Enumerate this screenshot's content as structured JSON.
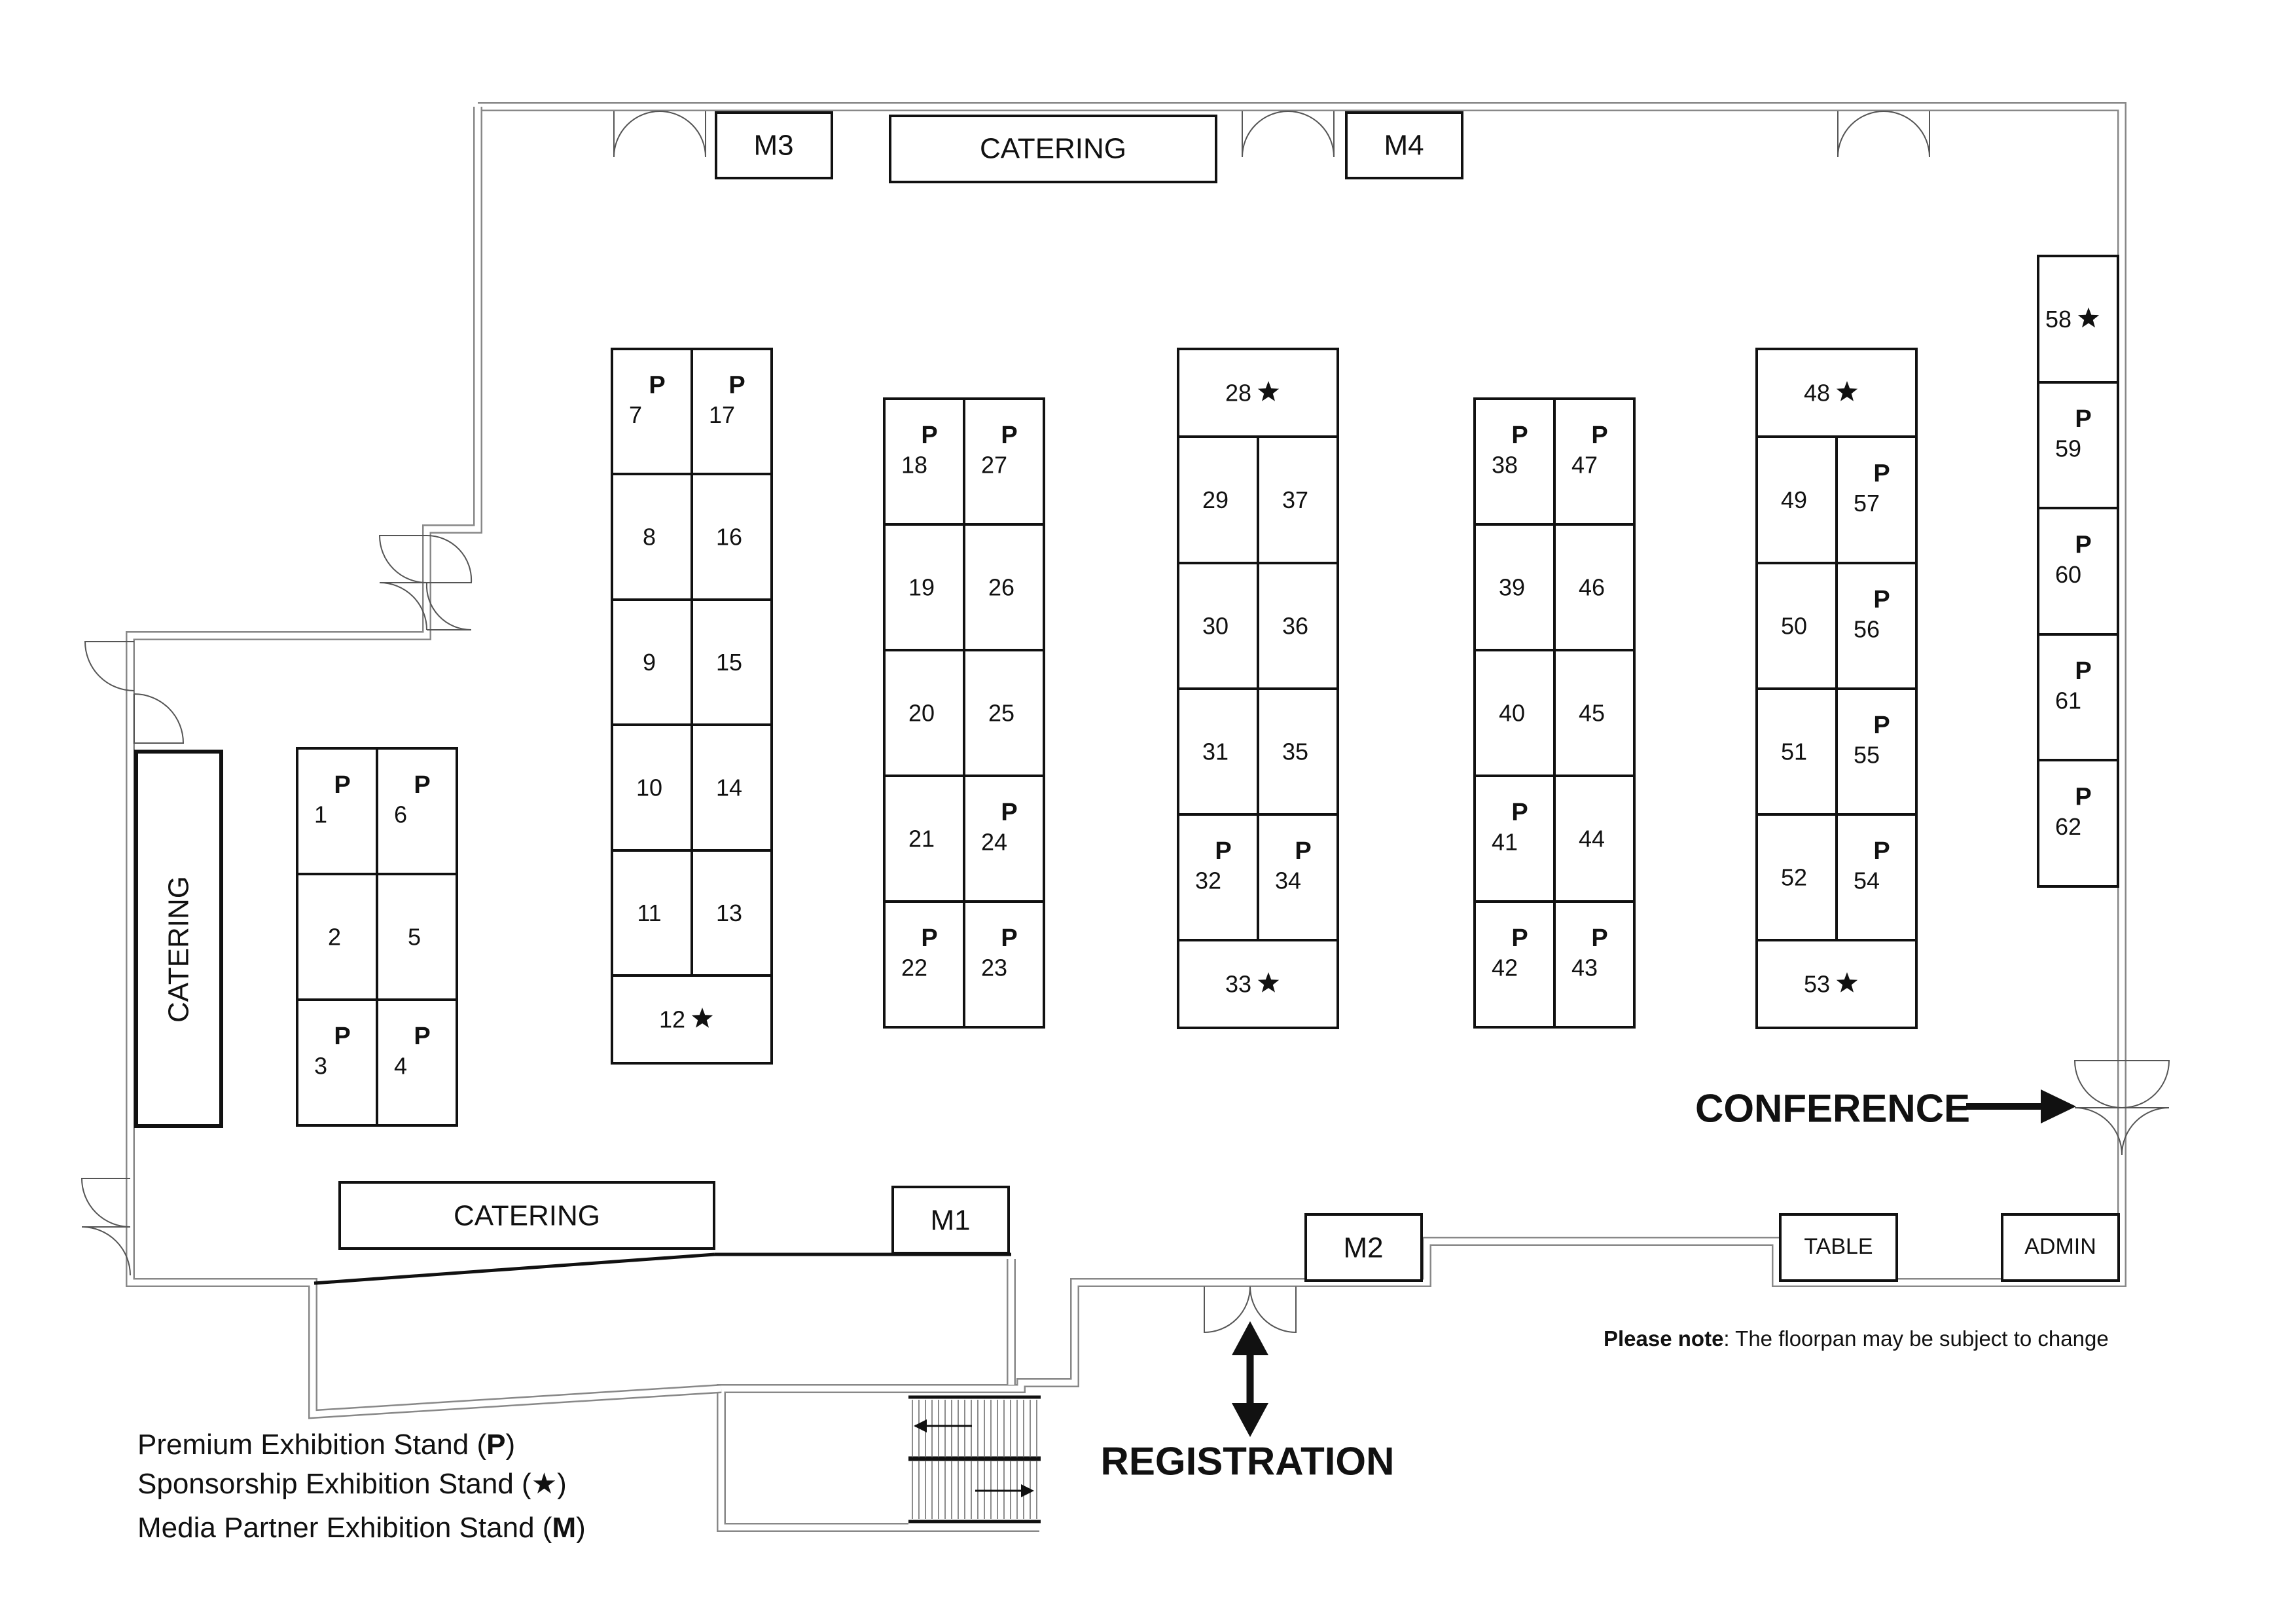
{
  "catering_label": "CATERING",
  "media_stands": [
    "M1",
    "M2",
    "M3",
    "M4"
  ],
  "table_label": "TABLE",
  "admin_label": "ADMIN",
  "conference_label": "CONFERENCE",
  "registration_label": "REGISTRATION",
  "premium_marker": "P",
  "note": {
    "bold": "Please note",
    "text": ": The floorpan may be subject to change"
  },
  "legend": [
    {
      "text": "Premium Exhibition Stand (",
      "mark": "P",
      "close": ")"
    },
    {
      "text": "Sponsorship Exhibition Stand (",
      "mark": "★",
      "close": ")"
    },
    {
      "text": "Media Partner Exhibition Stand (",
      "mark": "M",
      "close": ")"
    }
  ],
  "stands": [
    {
      "number": "1",
      "premium": true
    },
    {
      "number": "2",
      "premium": false
    },
    {
      "number": "3",
      "premium": true
    },
    {
      "number": "4",
      "premium": true
    },
    {
      "number": "5",
      "premium": false
    },
    {
      "number": "6",
      "premium": true
    },
    {
      "number": "7",
      "premium": true
    },
    {
      "number": "8",
      "premium": false
    },
    {
      "number": "9",
      "premium": false
    },
    {
      "number": "10",
      "premium": false
    },
    {
      "number": "11",
      "premium": false
    },
    {
      "number": "12",
      "sponsor": true
    },
    {
      "number": "13",
      "premium": false
    },
    {
      "number": "14",
      "premium": false
    },
    {
      "number": "15",
      "premium": false
    },
    {
      "number": "16",
      "premium": false
    },
    {
      "number": "17",
      "premium": true
    },
    {
      "number": "18",
      "premium": true
    },
    {
      "number": "19",
      "premium": false
    },
    {
      "number": "20",
      "premium": false
    },
    {
      "number": "21",
      "premium": false
    },
    {
      "number": "22",
      "premium": true
    },
    {
      "number": "23",
      "premium": true
    },
    {
      "number": "24",
      "premium": true
    },
    {
      "number": "25",
      "premium": false
    },
    {
      "number": "26",
      "premium": false
    },
    {
      "number": "27",
      "premium": true
    },
    {
      "number": "28",
      "sponsor": true
    },
    {
      "number": "29",
      "premium": false
    },
    {
      "number": "30",
      "premium": false
    },
    {
      "number": "31",
      "premium": false
    },
    {
      "number": "32",
      "premium": true
    },
    {
      "number": "33",
      "sponsor": true
    },
    {
      "number": "34",
      "premium": true
    },
    {
      "number": "35",
      "premium": false
    },
    {
      "number": "36",
      "premium": false
    },
    {
      "number": "37",
      "premium": false
    },
    {
      "number": "38",
      "premium": true
    },
    {
      "number": "39",
      "premium": false
    },
    {
      "number": "40",
      "premium": false
    },
    {
      "number": "41",
      "premium": true
    },
    {
      "number": "42",
      "premium": true
    },
    {
      "number": "43",
      "premium": true
    },
    {
      "number": "44",
      "premium": false
    },
    {
      "number": "45",
      "premium": false
    },
    {
      "number": "46",
      "premium": false
    },
    {
      "number": "47",
      "premium": true
    },
    {
      "number": "48",
      "sponsor": true
    },
    {
      "number": "49",
      "premium": false
    },
    {
      "number": "50",
      "premium": false
    },
    {
      "number": "51",
      "premium": false
    },
    {
      "number": "52",
      "premium": false
    },
    {
      "number": "53",
      "sponsor": true
    },
    {
      "number": "54",
      "premium": true
    },
    {
      "number": "55",
      "premium": true
    },
    {
      "number": "56",
      "premium": true
    },
    {
      "number": "57",
      "premium": true
    },
    {
      "number": "58",
      "sponsor": true
    },
    {
      "number": "59",
      "premium": true
    },
    {
      "number": "60",
      "premium": true
    },
    {
      "number": "61",
      "premium": true
    },
    {
      "number": "62",
      "premium": true
    }
  ]
}
